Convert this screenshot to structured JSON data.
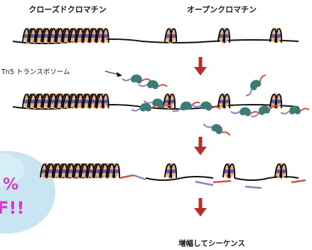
{
  "labels": {
    "closed_chromatin": "クローズドクロマチン",
    "open_chromatin": "オープンクロマチン",
    "tn5": "Tn5 トランスポソーム",
    "amplify_sequence": "増幅してシーケンス"
  },
  "badge": {
    "line1": "%",
    "line2": "F!!"
  },
  "colors": {
    "dna": "#111111",
    "nucleosome_core": "#e8b184",
    "nucleosome_band": "#6b5a9e",
    "tn5_protein": "#3d7b76",
    "adapter_red": "#d2543a",
    "adapter_purple": "#8e80bf",
    "arrow": "#b5302a",
    "badge_bg": "#bfe0ef",
    "badge_text": "#d63ac9"
  }
}
